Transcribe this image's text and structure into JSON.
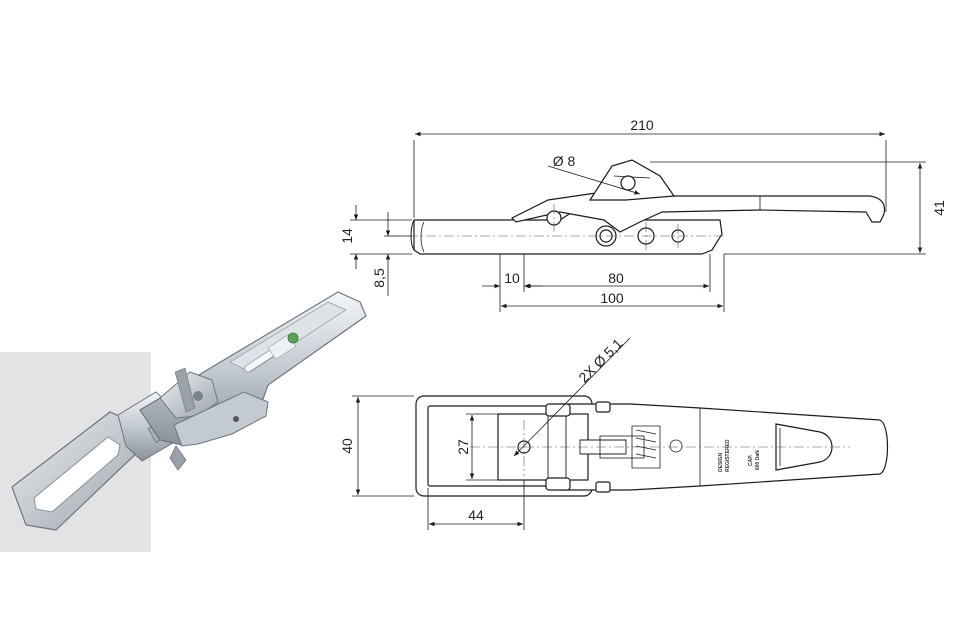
{
  "colors": {
    "background": "#ffffff",
    "photo_panel": "#e3e3e5",
    "metal_light": "#e9ecef",
    "metal_mid": "#b9bfc6",
    "metal_dark": "#7c838b",
    "line": "#1c1c1c",
    "centerline": "#555555",
    "badge_green": "#5aa05a"
  },
  "side_view": {
    "dim_overall_length": "210",
    "dim_height": "41",
    "dim_hole_diameter": "Ø 8",
    "dim_strap_height": "14",
    "dim_offset": "8,5",
    "dim_first_hole": "10",
    "dim_hole_spacing": "80",
    "dim_base_length": "100"
  },
  "top_view": {
    "dim_mount_holes": "2X Ø 5,1",
    "dim_width": "40",
    "dim_inner_width": "27",
    "dim_loop_length": "44",
    "stamp_lines": [
      "DESIGN",
      "REGISTERED",
      "CAP.",
      "600 DaN"
    ]
  }
}
